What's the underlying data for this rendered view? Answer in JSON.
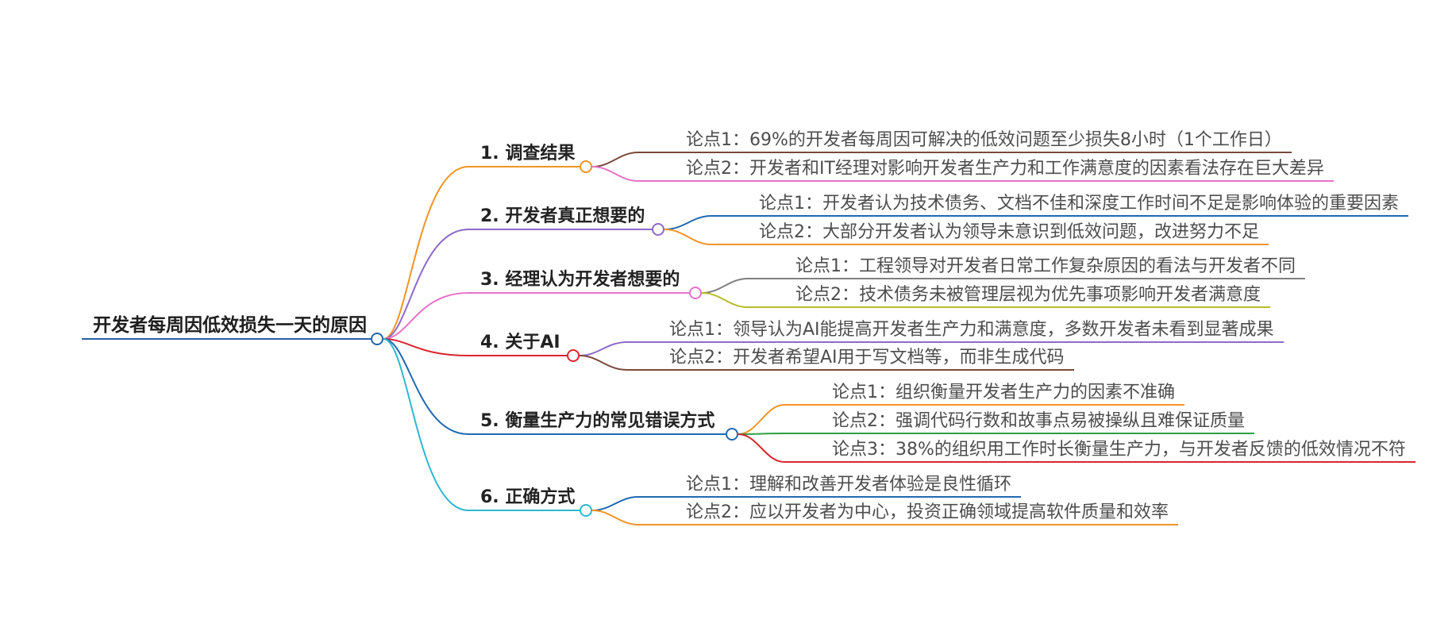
{
  "root": {
    "title": "开发者每周因低效损失一天的原因",
    "color": "#2563a6"
  },
  "branches": [
    {
      "label": "1. 调查结果",
      "color": "#f39425",
      "points": [
        {
          "text": "论点1：69%的开发者每周因可解决的低效问题至少损失8小时（1个工作日）",
          "color": "#7b4a3c"
        },
        {
          "text": "论点2：开发者和IT经理对影响开发者生产力和工作满意度的因素看法存在巨大差异",
          "color": "#e872c8"
        }
      ]
    },
    {
      "label": "2. 开发者真正想要的",
      "color": "#8e6ac8",
      "points": [
        {
          "text": "论点1：开发者认为技术债务、文档不佳和深度工作时间不足是影响体验的重要因素",
          "color": "#1f69b0"
        },
        {
          "text": "论点2：大部分开发者认为领导未意识到低效问题，改进努力不足",
          "color": "#f39425"
        }
      ]
    },
    {
      "label": "3. 经理认为开发者想要的",
      "color": "#e872c8",
      "points": [
        {
          "text": "论点1：工程领导对开发者日常工作复杂原因的看法与开发者不同",
          "color": "#7f7f7f"
        },
        {
          "text": "论点2：技术债务未被管理层视为优先事项影响开发者满意度",
          "color": "#b5bd2a"
        }
      ]
    },
    {
      "label": "4. 关于AI",
      "color": "#d9252f",
      "points": [
        {
          "text": "论点1：领导认为AI能提高开发者生产力和满意度，多数开发者未看到显著成果",
          "color": "#8e6ac8"
        },
        {
          "text": "论点2：开发者希望AI用于写文档等，而非生成代码",
          "color": "#7b4a3c"
        }
      ]
    },
    {
      "label": "5. 衡量生产力的常见错误方式",
      "color": "#1f69b0",
      "points": [
        {
          "text": "论点1：组织衡量开发者生产力的因素不准确",
          "color": "#f39425"
        },
        {
          "text": "论点2：强调代码行数和故事点易被操纵且难保证质量",
          "color": "#2ea043"
        },
        {
          "text": "论点3：38%的组织用工作时长衡量生产力，与开发者反馈的低效情况不符",
          "color": "#d9252f"
        }
      ]
    },
    {
      "label": "6. 正确方式",
      "color": "#2bb8d1",
      "points": [
        {
          "text": "论点1：理解和改善开发者体验是良性循环",
          "color": "#1f69b0"
        },
        {
          "text": "论点2：应以开发者为中心，投资正确领域提高软件质量和效率",
          "color": "#f39425"
        }
      ]
    }
  ]
}
